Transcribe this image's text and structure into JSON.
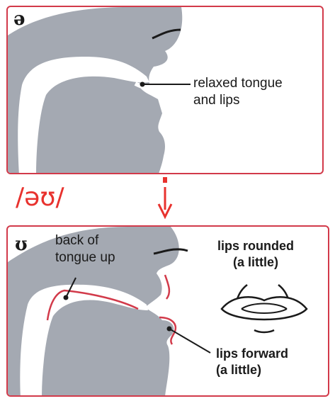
{
  "phoneme": "/əʊ/",
  "top_panel": {
    "symbol": "ə",
    "annotation": [
      "relaxed tongue",
      "and lips"
    ]
  },
  "bottom_panel": {
    "symbol": "ʊ",
    "annotation_tongue": [
      "back of",
      "tongue up"
    ],
    "annotation_lips_rounded": [
      "lips rounded",
      "(a little)"
    ],
    "annotation_lips_forward": [
      "lips forward",
      "(a little)"
    ]
  },
  "colors": {
    "accent": "#d23a4a",
    "arrow": "#e8322e",
    "silhouette": "#a4a9b2",
    "mouth_cavity": "#ffffff"
  }
}
